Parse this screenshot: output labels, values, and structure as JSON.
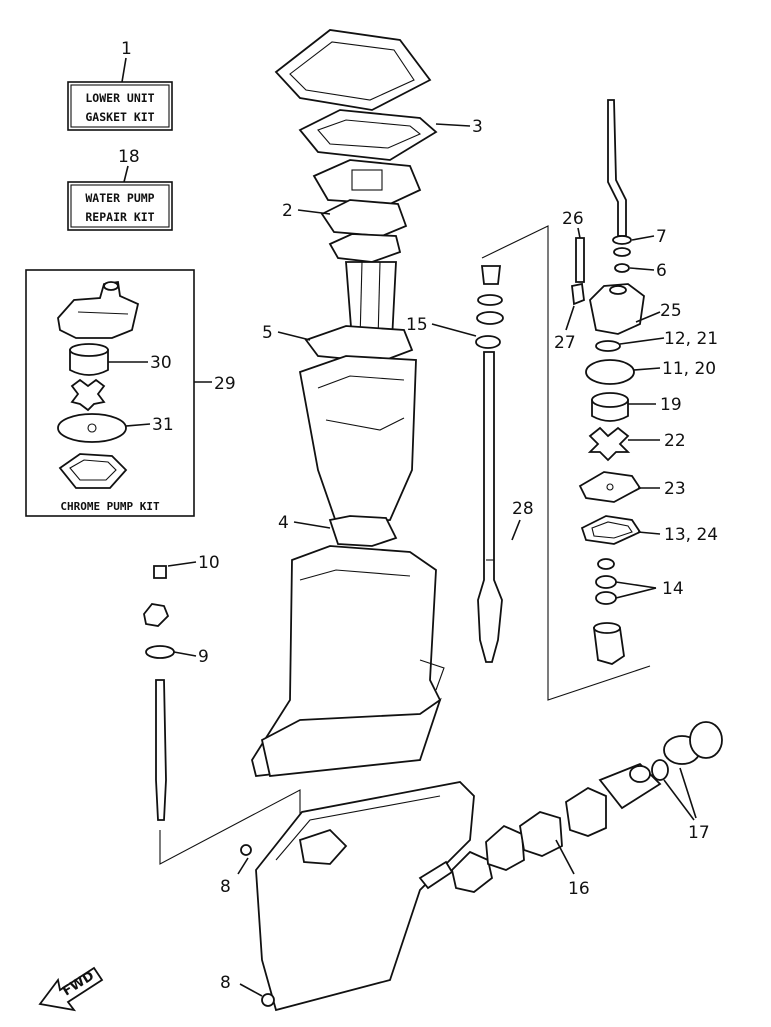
{
  "kits": {
    "lower_unit": {
      "number": "1",
      "line1": "LOWER UNIT",
      "line2": "GASKET KIT"
    },
    "water_pump": {
      "number": "18",
      "line1": "WATER PUMP",
      "line2": "REPAIR KIT"
    },
    "chrome_pump": {
      "number": "29",
      "title": "CHROME PUMP KIT"
    }
  },
  "callouts": {
    "c2": "2",
    "c3": "3",
    "c4": "4",
    "c5": "5",
    "c6": "6",
    "c7": "7",
    "c8a": "8",
    "c8b": "8",
    "c9": "9",
    "c10": "10",
    "c11_20": "11, 20",
    "c12_21": "12, 21",
    "c13_24": "13, 24",
    "c14": "14",
    "c15": "15",
    "c16": "16",
    "c17": "17",
    "c19": "19",
    "c22": "22",
    "c23": "23",
    "c25": "25",
    "c26": "26",
    "c27": "27",
    "c28": "28",
    "c30": "30",
    "c31": "31"
  },
  "direction": {
    "label": "FWD"
  }
}
